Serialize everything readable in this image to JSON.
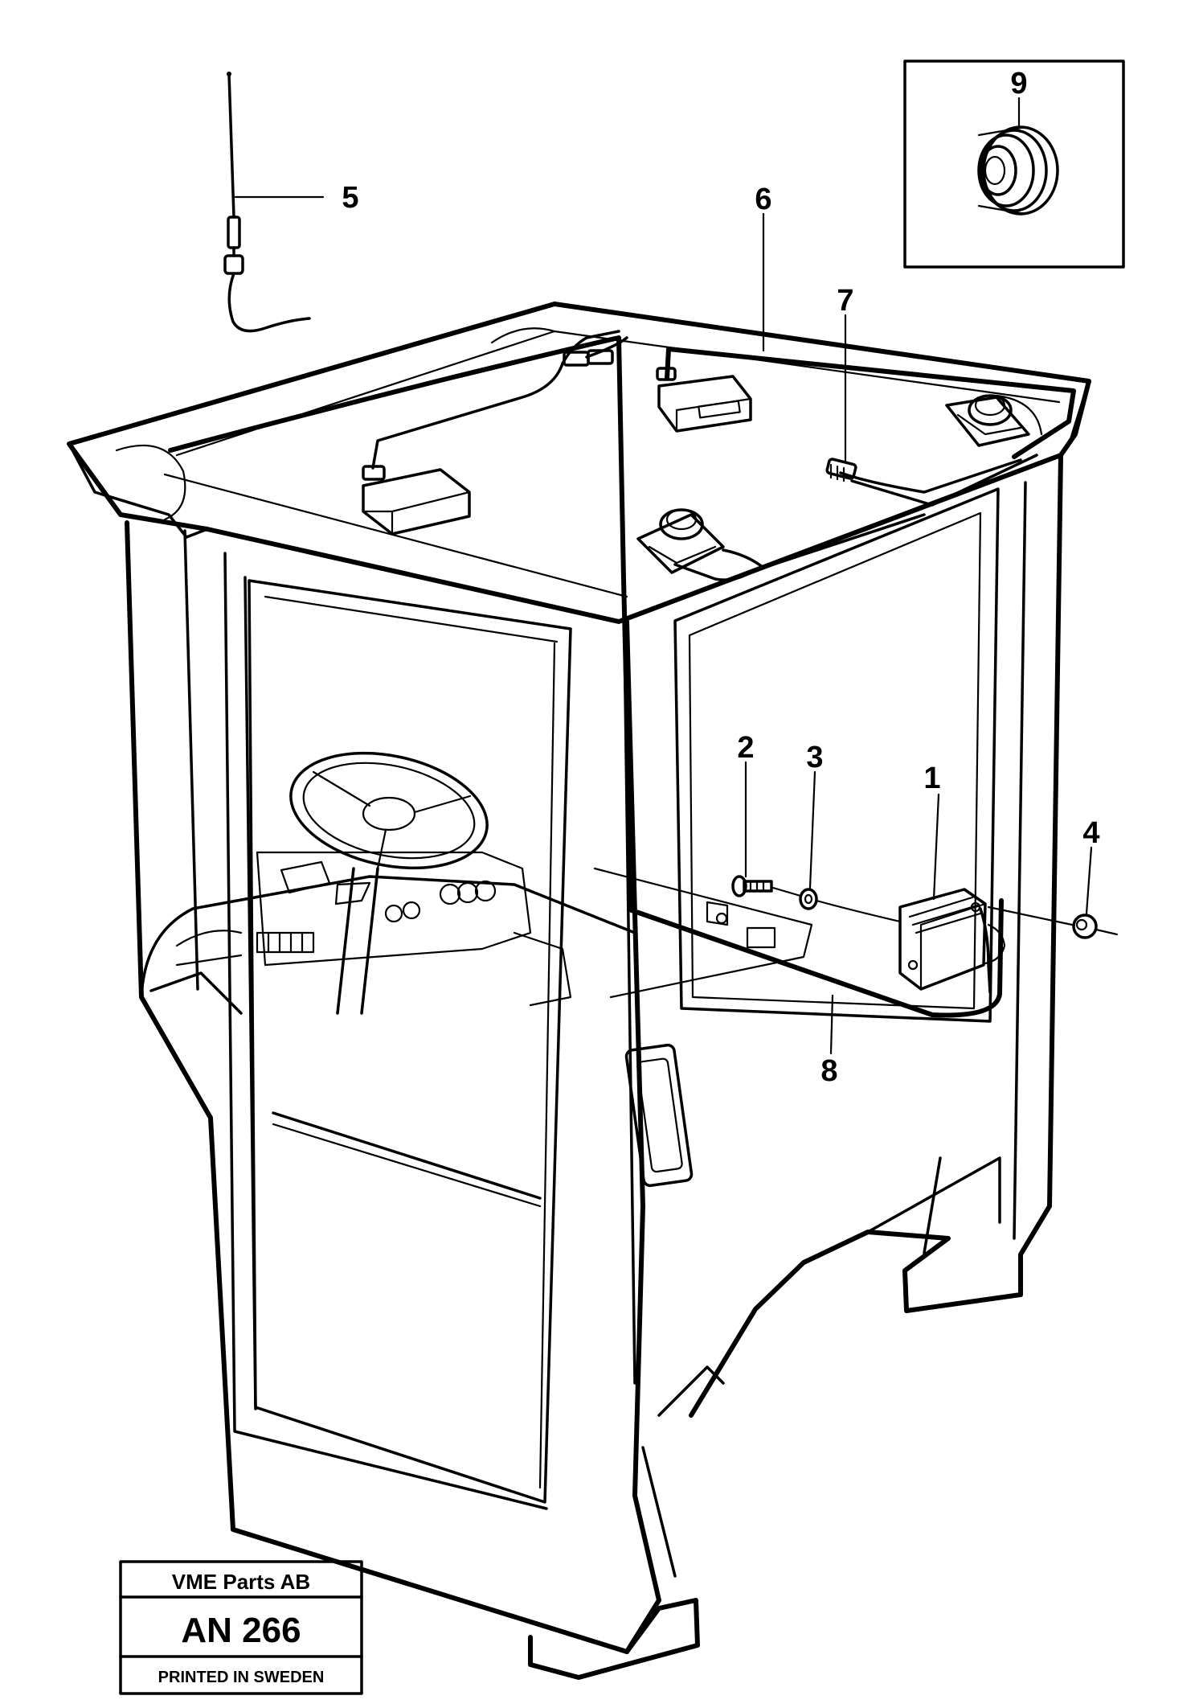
{
  "callouts": {
    "c1": "1",
    "c2": "2",
    "c3": "3",
    "c4": "4",
    "c5": "5",
    "c6": "6",
    "c7": "7",
    "c8": "8",
    "c9": "9"
  },
  "stamp": {
    "company": "VME Parts AB",
    "code": "AN 266",
    "printed": "PRINTED IN SWEDEN"
  }
}
